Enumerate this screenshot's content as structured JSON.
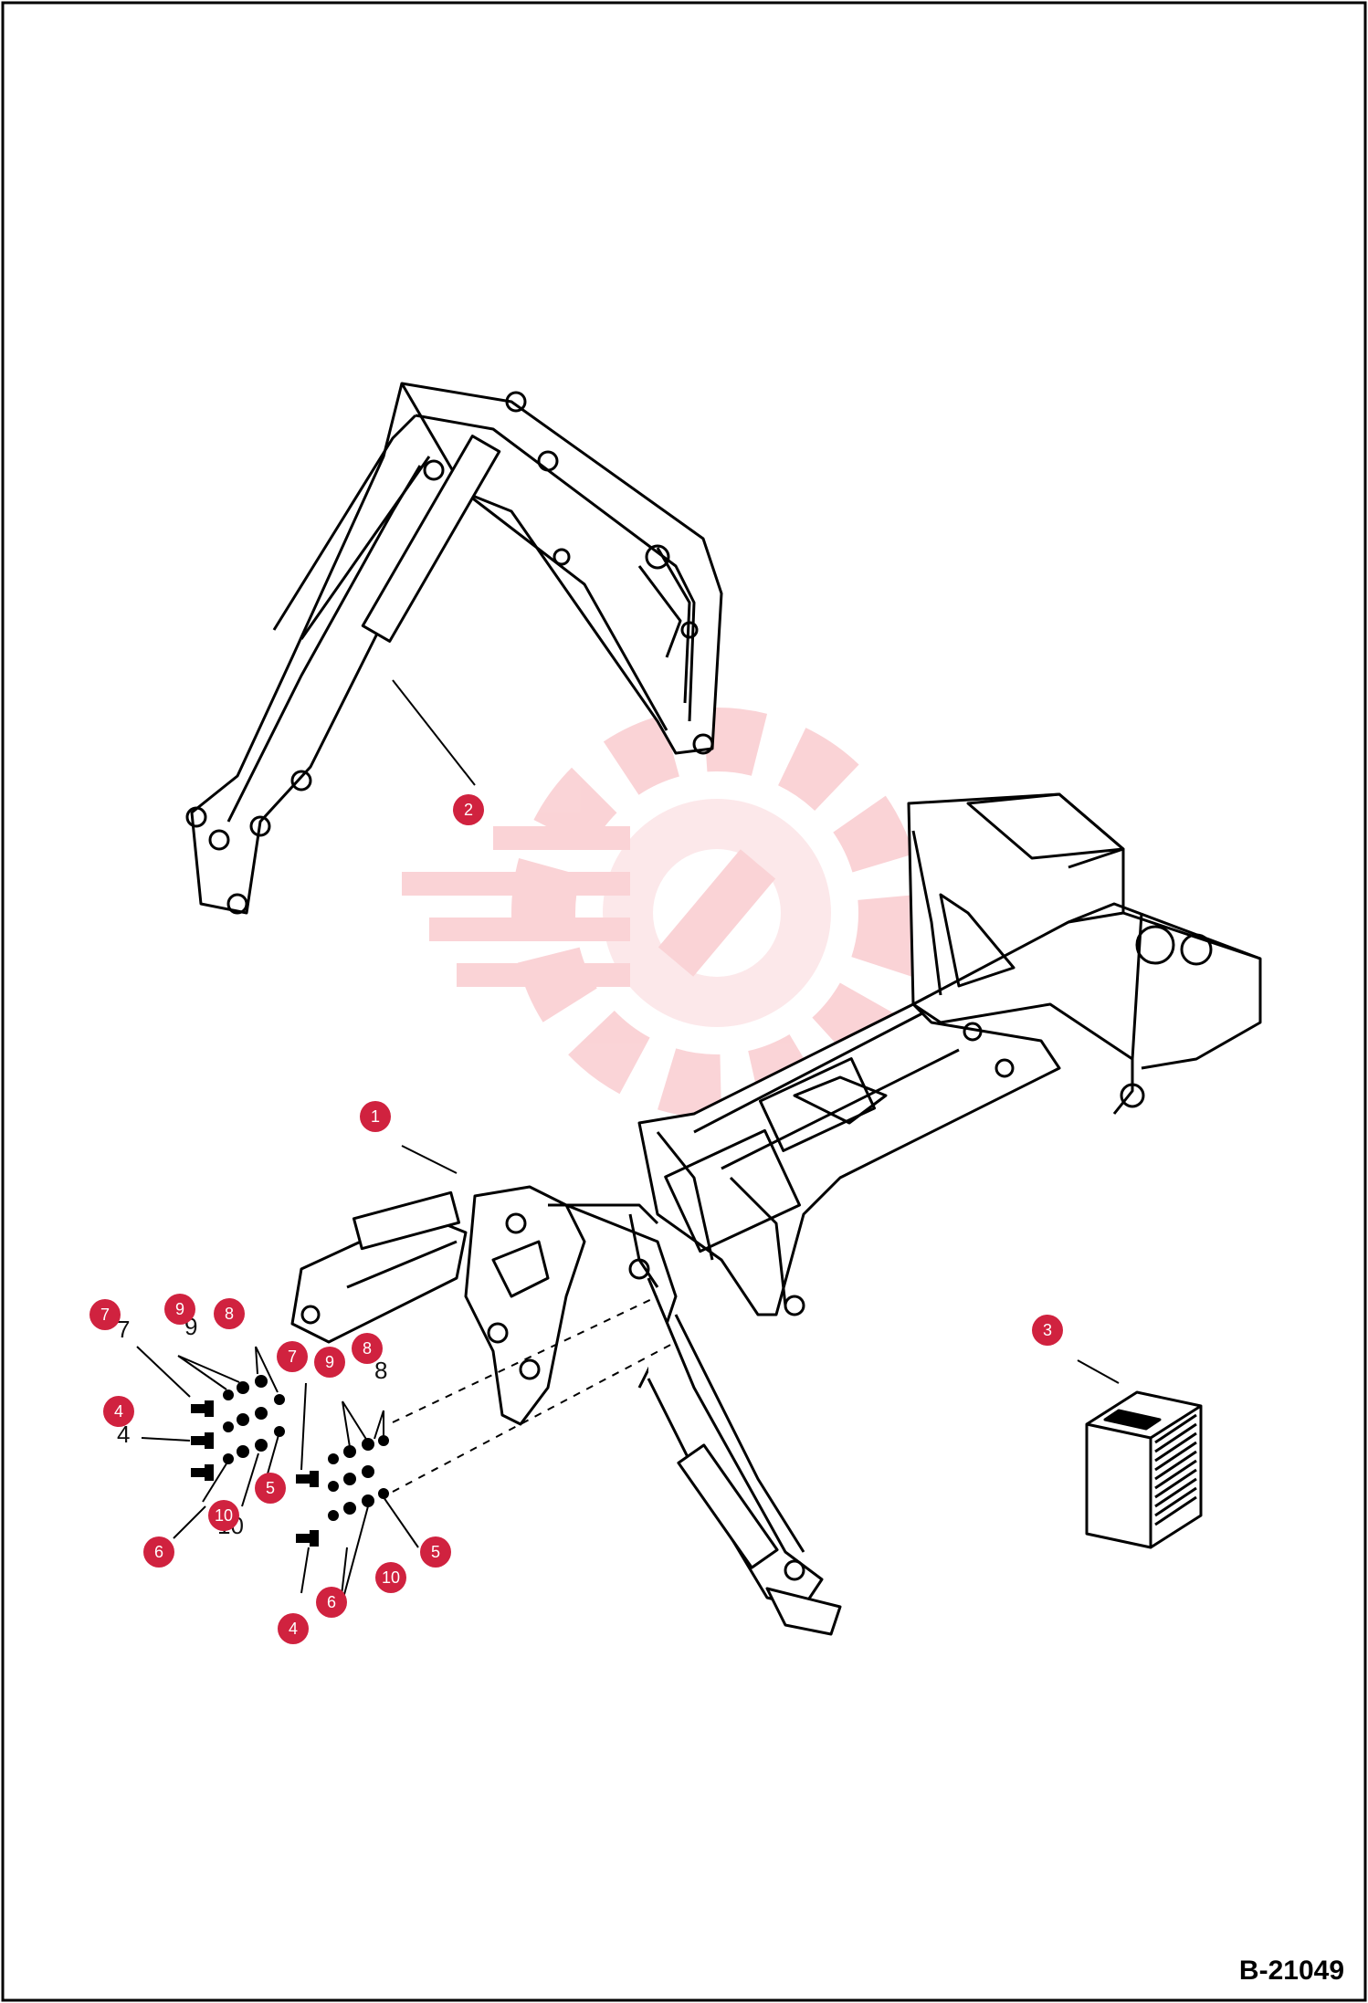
{
  "drawing_number": "B-21049",
  "colors": {
    "callout": "#d0223f",
    "line": "#000000",
    "watermark": "#f6b0b6"
  },
  "parts": {
    "p1": "1",
    "p2": "2",
    "p3": "3",
    "p4": "4",
    "p5": "5",
    "p6": "6",
    "p7": "7",
    "p8": "8",
    "p9": "9",
    "p10": "10"
  },
  "icons": {
    "watermark": "gear-wrench-icon",
    "decal": "decal-package-icon"
  }
}
